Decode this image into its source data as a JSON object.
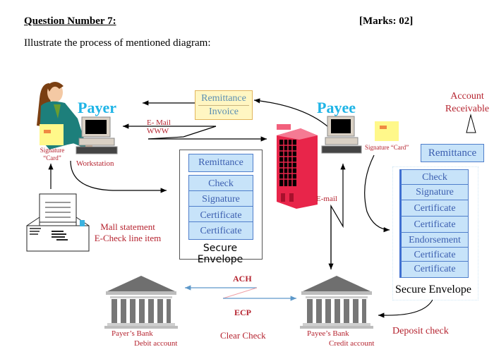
{
  "question": {
    "title": "Question Number 7:",
    "marks": "[Marks: 02]",
    "instruction": "Illustrate the process of mentioned diagram:"
  },
  "diagram": {
    "payer": {
      "label": "Payer",
      "card_label_line1": "Signature",
      "card_label_line2": "“Card”",
      "workstation_label": "Workstation",
      "email_label_line1": "E- Mail",
      "email_label_line2": "WWW",
      "mail_label_line1": "Mall statement",
      "mail_label_line2": "E-Check line item"
    },
    "remittance_invoice": {
      "line1": "Remittance",
      "line2": "Invoice"
    },
    "secure_envelope_payer": {
      "items": [
        "Remittance",
        "Check",
        "Signature",
        "Certificate",
        "Certificate"
      ],
      "label": "Secure Envelope"
    },
    "payee": {
      "label": "Payee",
      "card_label": "Signature “Card”",
      "email_label": "E-mail",
      "account_receivable_line1": "Account",
      "account_receivable_line2": "Receivable",
      "remittance_label": "Remittance"
    },
    "secure_envelope_payee": {
      "items": [
        "Check",
        "Signature",
        "Certificate",
        "Certificate",
        "Endorsement",
        "Certificate",
        "Certificate"
      ],
      "label": "Secure Envelope",
      "deposit_label": "Deposit check"
    },
    "banks": {
      "ach_label": "ACH",
      "ecp_label": "ECP",
      "clear_label": "Clear Check",
      "payer_bank_line1": "Payer’s Bank",
      "payer_bank_line2": "Debit account",
      "payee_bank_line1": "Payee’s Bank",
      "payee_bank_line2": "Credit account"
    },
    "colors": {
      "label_red": "#b5232f",
      "heading_cyan": "#1fb4e6",
      "item_fill": "#c7e3f9",
      "item_border": "#4f7ecb",
      "building": "#e8254a",
      "bank_gray": "#777777"
    }
  }
}
